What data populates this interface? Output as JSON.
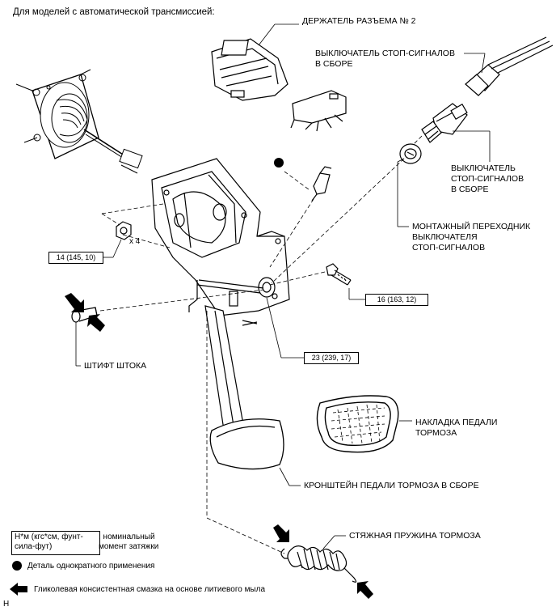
{
  "header": {
    "title": "Для моделей с автоматической трансмиссией:"
  },
  "labels": {
    "connector_holder": "ДЕРЖАТЕЛЬ РАЗЪЕМА № 2",
    "stop_switch_top_1": "ВЫКЛЮЧАТЕЛЬ СТОП-СИГНАЛОВ",
    "stop_switch_top_2": "В СБОРЕ",
    "stop_switch_right_1": "ВЫКЛЮЧАТЕЛЬ",
    "stop_switch_right_2": "СТОП-СИГНАЛОВ",
    "stop_switch_right_3": "В СБОРЕ",
    "adapter_1": "МОНТАЖНЫЙ ПЕРЕХОДНИК",
    "adapter_2": "ВЫКЛЮЧАТЕЛЯ",
    "adapter_3": "СТОП-СИГНАЛОВ",
    "rod_pin": "ШТИФТ ШТОКА",
    "pedal_pad_1": "НАКЛАДКА ПЕДАЛИ",
    "pedal_pad_2": "ТОРМОЗА",
    "pedal_bracket": "КРОНШТЕЙН ПЕДАЛИ ТОРМОЗА В СБОРЕ",
    "return_spring": "СТЯЖНАЯ ПРУЖИНА ТОРМОЗА",
    "nut_count": "x 4"
  },
  "torques": {
    "nuts": "14 (145, 10)",
    "bolt": "16 (163, 12)",
    "pivot": "23 (239, 17)"
  },
  "legend": {
    "torque_units_1": "Н*м (кгс*см, фунт-",
    "torque_units_2": "сила-фут)",
    "torque_desc_1": ": номинальный",
    "torque_desc_2": "момент затяжки",
    "single_use": "Деталь однократного применения",
    "grease": "Гликолевая консистентная смазка на основе литиевого мыла"
  },
  "footer": {
    "code": "H"
  }
}
